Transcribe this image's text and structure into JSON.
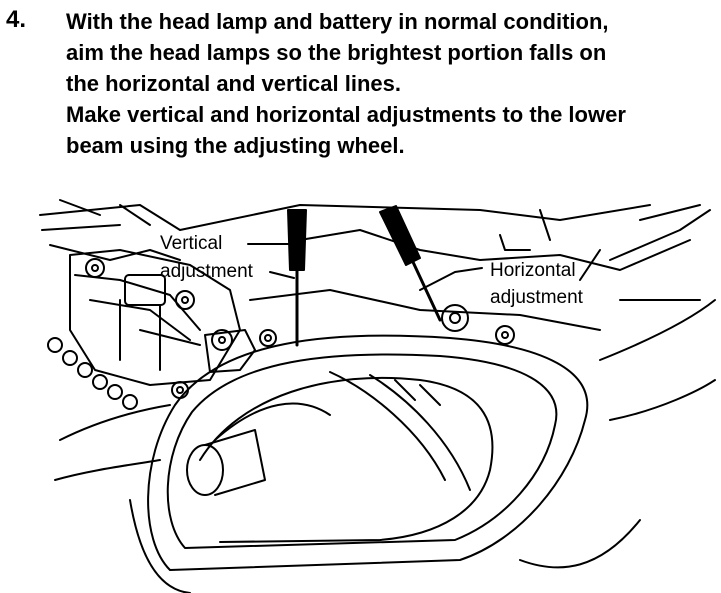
{
  "step": {
    "number": "4.",
    "paragraph1": [
      "With the head lamp and battery in normal condition,",
      "aim the head lamps so the brightest portion falls on",
      "the horizontal and vertical lines."
    ],
    "paragraph2": [
      "Make vertical and horizontal adjustments to the lower",
      "beam using the adjusting wheel."
    ]
  },
  "figure": {
    "callouts": {
      "vertical": [
        "Vertical",
        "adjustment"
      ],
      "horizontal": [
        "Horizontal",
        "adjustment"
      ]
    }
  }
}
